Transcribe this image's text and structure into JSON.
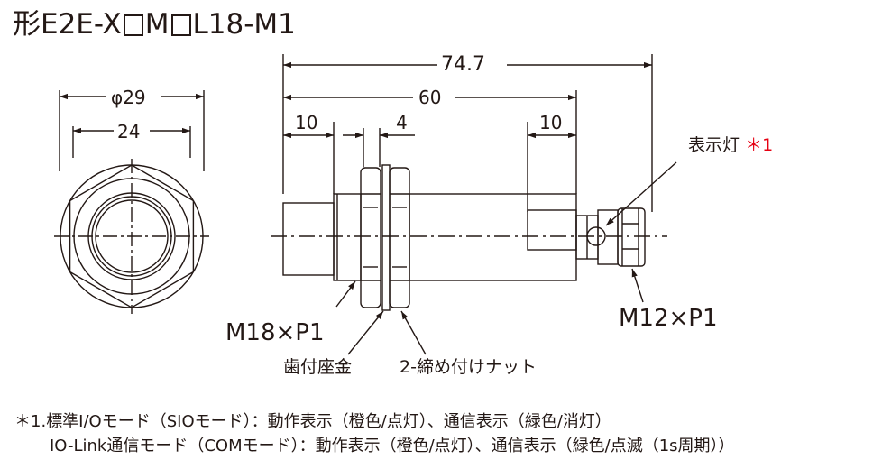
{
  "title": {
    "prefix": "形E2E-X",
    "mid": "M",
    "suffix": "L18-M1"
  },
  "dimensions": {
    "diameter": "φ29",
    "across_flats": "24",
    "total_length": "74.7",
    "body_length": "60",
    "front_length": "10",
    "nut_thickness": "4",
    "connector_length": "10"
  },
  "labels": {
    "indicator": "表示灯",
    "indicator_mark": "＊1",
    "thread_body": "M18×P1",
    "thread_connector": "M12×P1",
    "toothed_washer": "歯付座金",
    "nuts": "2-締め付けナット"
  },
  "notes": {
    "mark": "＊1.",
    "line1": "標準I/Oモード（SIOモード）：動作表示（橙色/点灯）、通信表示（緑色/消灯）",
    "line2": "IO-Link通信モード（COMモード）：動作表示（橙色/点灯）、通信表示（緑色/点滅（1s周期））"
  },
  "colors": {
    "line": "#231815",
    "accent": "#e60012"
  }
}
